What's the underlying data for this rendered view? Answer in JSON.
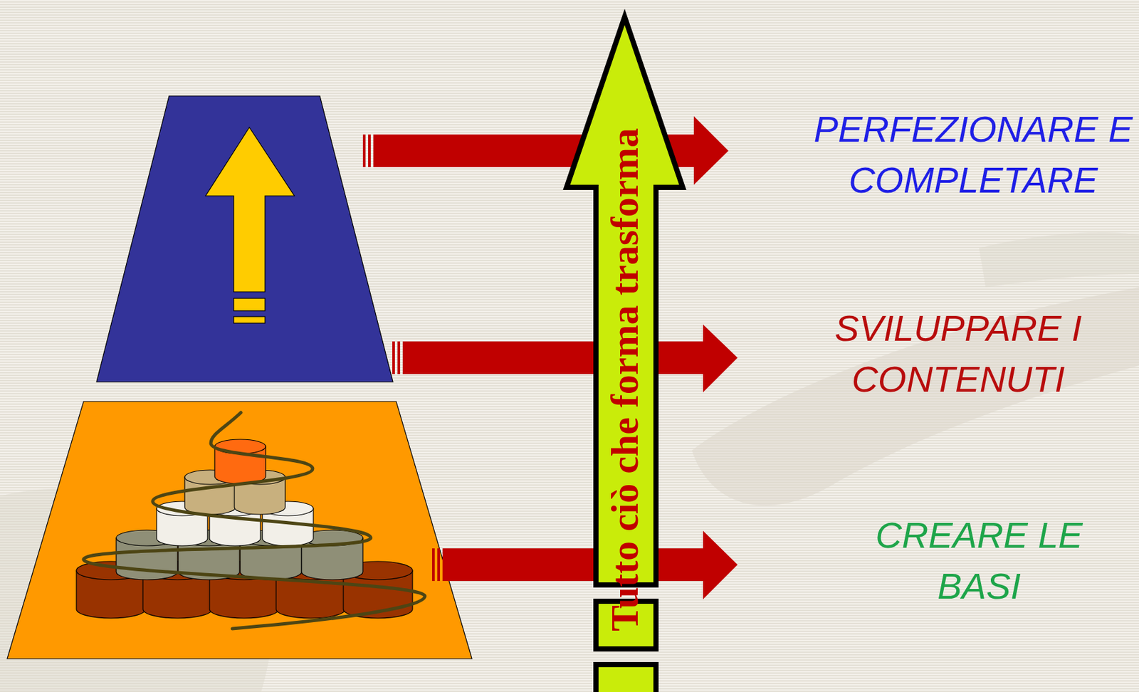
{
  "diagram": {
    "nodes": [
      {
        "text": [
          "Tutto ciò che forma trasforma"
        ]
      }
    ],
    "labels": [
      "PERFEZIONARE E COMPLETARE",
      "SVILUPPARE I CONTENUTI",
      "CREARE LE BASI"
    ]
  }
}
